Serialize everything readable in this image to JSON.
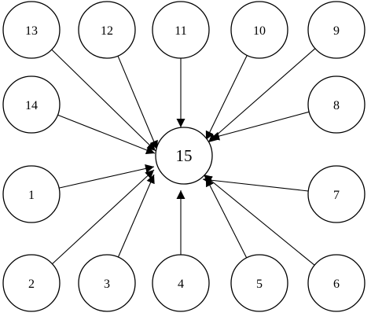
{
  "nodes": [
    {
      "id": "1",
      "label": "1"
    },
    {
      "id": "2",
      "label": "2"
    },
    {
      "id": "3",
      "label": "3"
    },
    {
      "id": "4",
      "label": "4"
    },
    {
      "id": "5",
      "label": "5"
    },
    {
      "id": "6",
      "label": "6"
    },
    {
      "id": "7",
      "label": "7"
    },
    {
      "id": "8",
      "label": "8"
    },
    {
      "id": "9",
      "label": "9"
    },
    {
      "id": "10",
      "label": "10"
    },
    {
      "id": "11",
      "label": "11"
    },
    {
      "id": "12",
      "label": "12"
    },
    {
      "id": "13",
      "label": "13"
    },
    {
      "id": "14",
      "label": "14"
    },
    {
      "id": "15",
      "label": "15"
    }
  ],
  "edges": [
    {
      "from": "1",
      "to": "15"
    },
    {
      "from": "2",
      "to": "15"
    },
    {
      "from": "3",
      "to": "15"
    },
    {
      "from": "4",
      "to": "15"
    },
    {
      "from": "5",
      "to": "15"
    },
    {
      "from": "6",
      "to": "15"
    },
    {
      "from": "7",
      "to": "15"
    },
    {
      "from": "8",
      "to": "15"
    },
    {
      "from": "9",
      "to": "15"
    },
    {
      "from": "10",
      "to": "15"
    },
    {
      "from": "11",
      "to": "15"
    },
    {
      "from": "12",
      "to": "15"
    },
    {
      "from": "13",
      "to": "15"
    },
    {
      "from": "14",
      "to": "15"
    }
  ]
}
